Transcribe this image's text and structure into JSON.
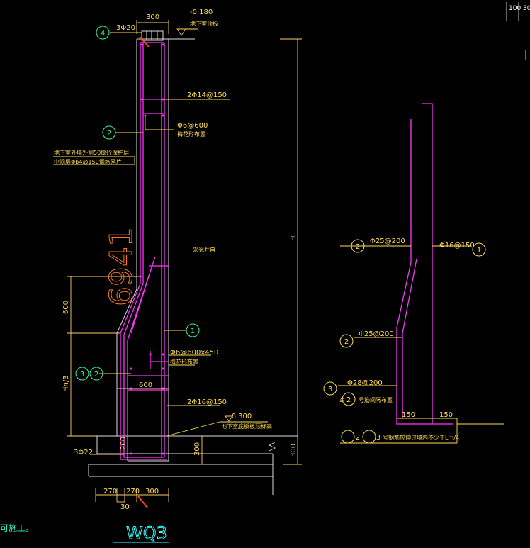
{
  "drawing": {
    "wall_title": "WQ3",
    "big_number": "6941",
    "bottom_left_fragment": "可施工。",
    "corner_top": [
      "100",
      "30"
    ],
    "left_section": {
      "top_width": "300",
      "top_elevation": "-0.180",
      "top_elevation_note": "地下室顶板",
      "bar_4_label": "3Φ20",
      "bar_2a_label": "2Φ14@150",
      "tie_top_label": "Φ6@600",
      "tie_top_note": "梅花形布置",
      "waterproof_note_1": "地下室外墙外侧50厚砼保护层",
      "waterproof_note_2": "中间层Φb4@150钢筋网片",
      "center_note": "采光井自",
      "height_label": "H",
      "dim_600": "600",
      "dim_hn3": "Hn/3",
      "tie_bottom_label": "Φ6@600x450",
      "tie_bottom_note": "梅花形布置",
      "haunch_width": "600",
      "bar_2b_label": "2Φ16@150",
      "bottom_elevation": "-6.300",
      "bottom_elevation_note": "地下室底板板顶标高",
      "bar_3_label": "3Φ22",
      "dim_200": "200",
      "dim_300a": "300",
      "dim_300b": "300",
      "bottom_dims": [
        "270",
        "270",
        "300"
      ],
      "bottom_dim_30": "30"
    },
    "right_section": {
      "bar_upper_2": "Φ25@200",
      "bar_upper_1": "Φ16@150",
      "bar_lower_2": "Φ25@200",
      "bar_lower_3": "Φ28@200",
      "bar_lower_note": "号筋间隔布置",
      "bar_lower_note_prefix": "与",
      "dim_150a": "150",
      "dim_150b": "150",
      "splice_note": "号钢筋应伸过墙内不少于Lm/4"
    },
    "markers": {
      "m4": "4",
      "m2_top": "2",
      "m1_left": "1",
      "m3_left": "3",
      "m2_left": "2",
      "r2_top": "2",
      "r1_top": "1",
      "r2_mid": "2",
      "r3": "3",
      "r2_lower": "2",
      "r_splice_a": "2",
      "r_splice_b": "3"
    }
  },
  "colors": {
    "background": "#000000",
    "concrete": "#ffffff",
    "rebar": "#ff33ff",
    "dimension": "#ffcc66",
    "leader": "#ffdd55",
    "marker": "#33ff99",
    "bigtext": "#ff7722",
    "title": "#33ffff",
    "frame": "#ffffff",
    "red": "#ff3322"
  }
}
